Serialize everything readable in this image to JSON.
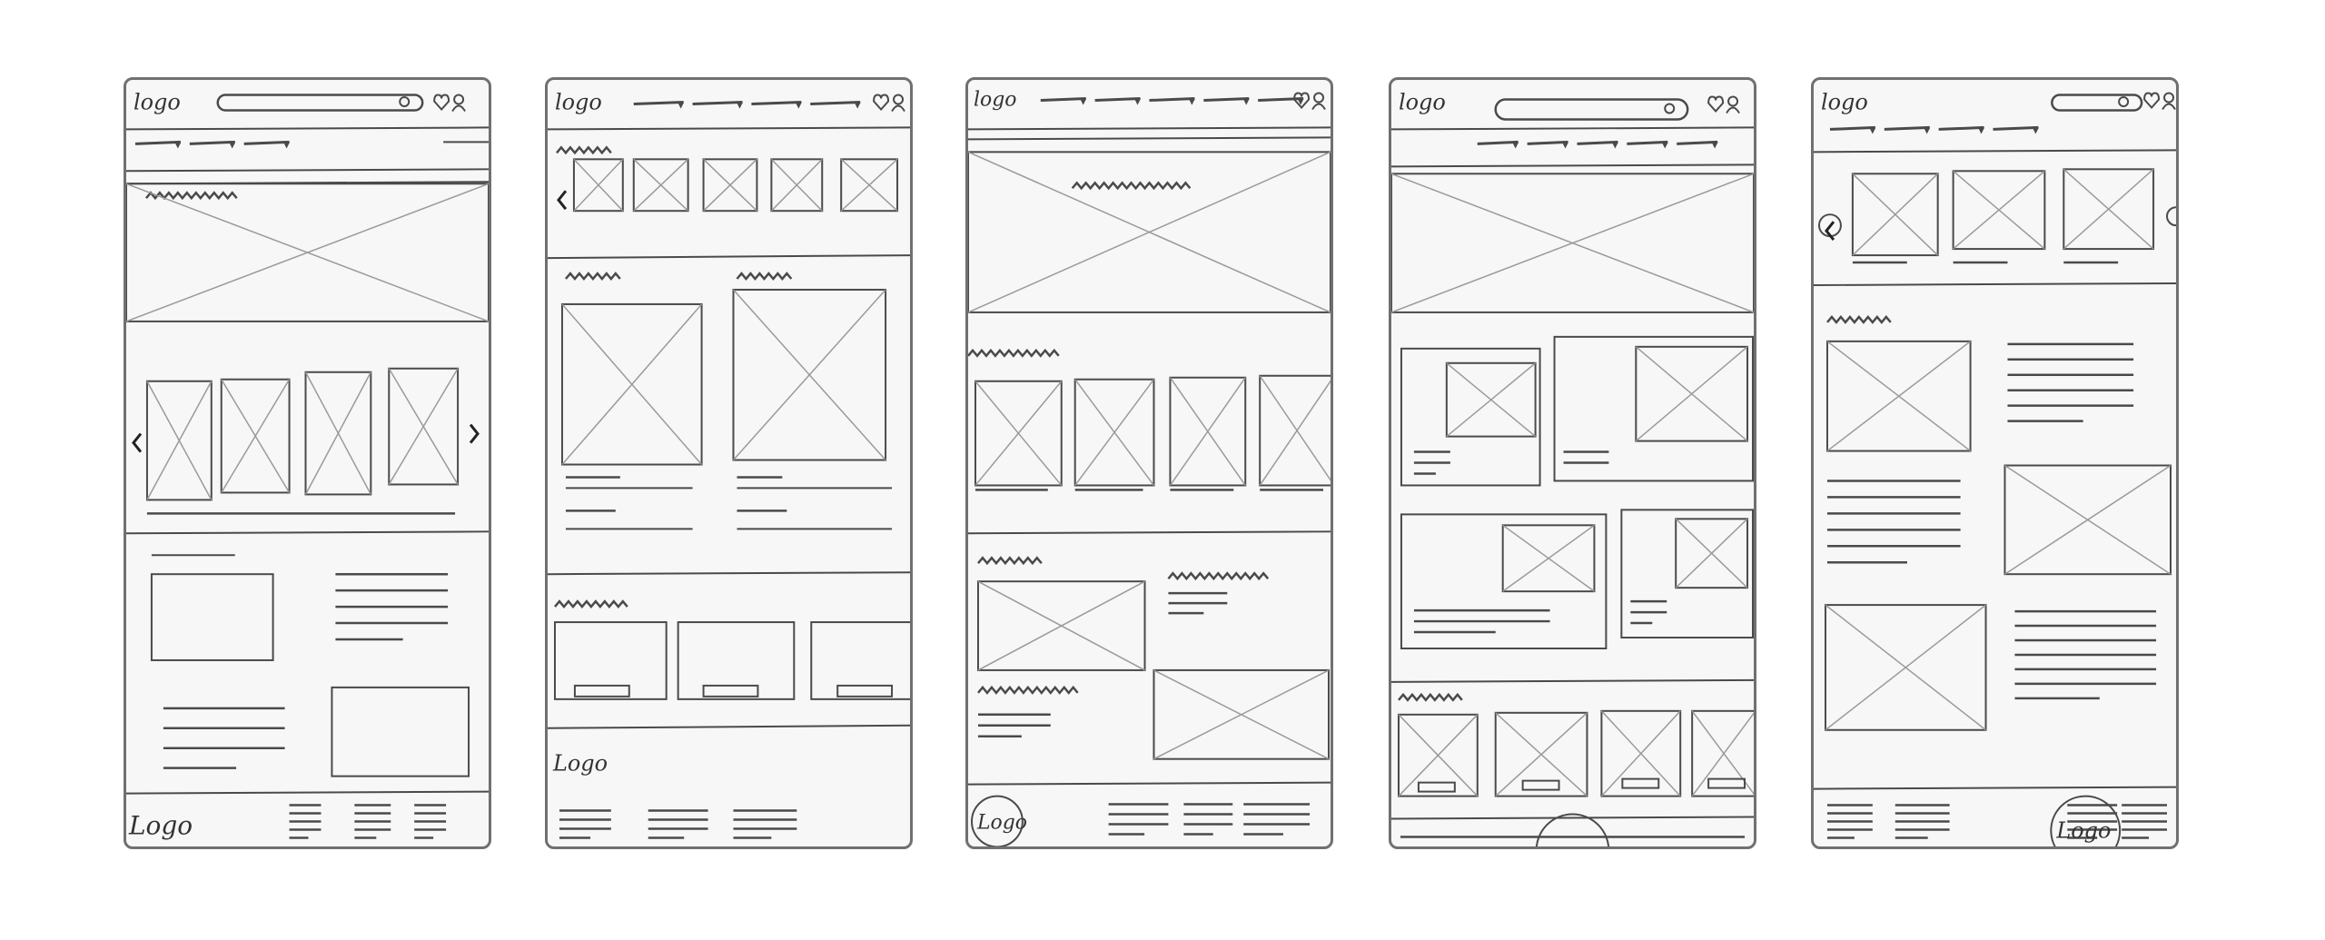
{
  "wireframes": [
    {
      "header_logo": "logo",
      "footer_logo": "Logo"
    },
    {
      "header_logo": "logo",
      "footer_logo": "Logo"
    },
    {
      "header_logo": "logo",
      "footer_logo": "Logo"
    },
    {
      "header_logo": "logo"
    },
    {
      "header_logo": "logo",
      "footer_logo": "Logo"
    }
  ],
  "colors": {
    "stroke": "#4a4a4a",
    "light_stroke": "#9a9a9a",
    "border": "#707070",
    "paper": "#f7f7f7"
  }
}
